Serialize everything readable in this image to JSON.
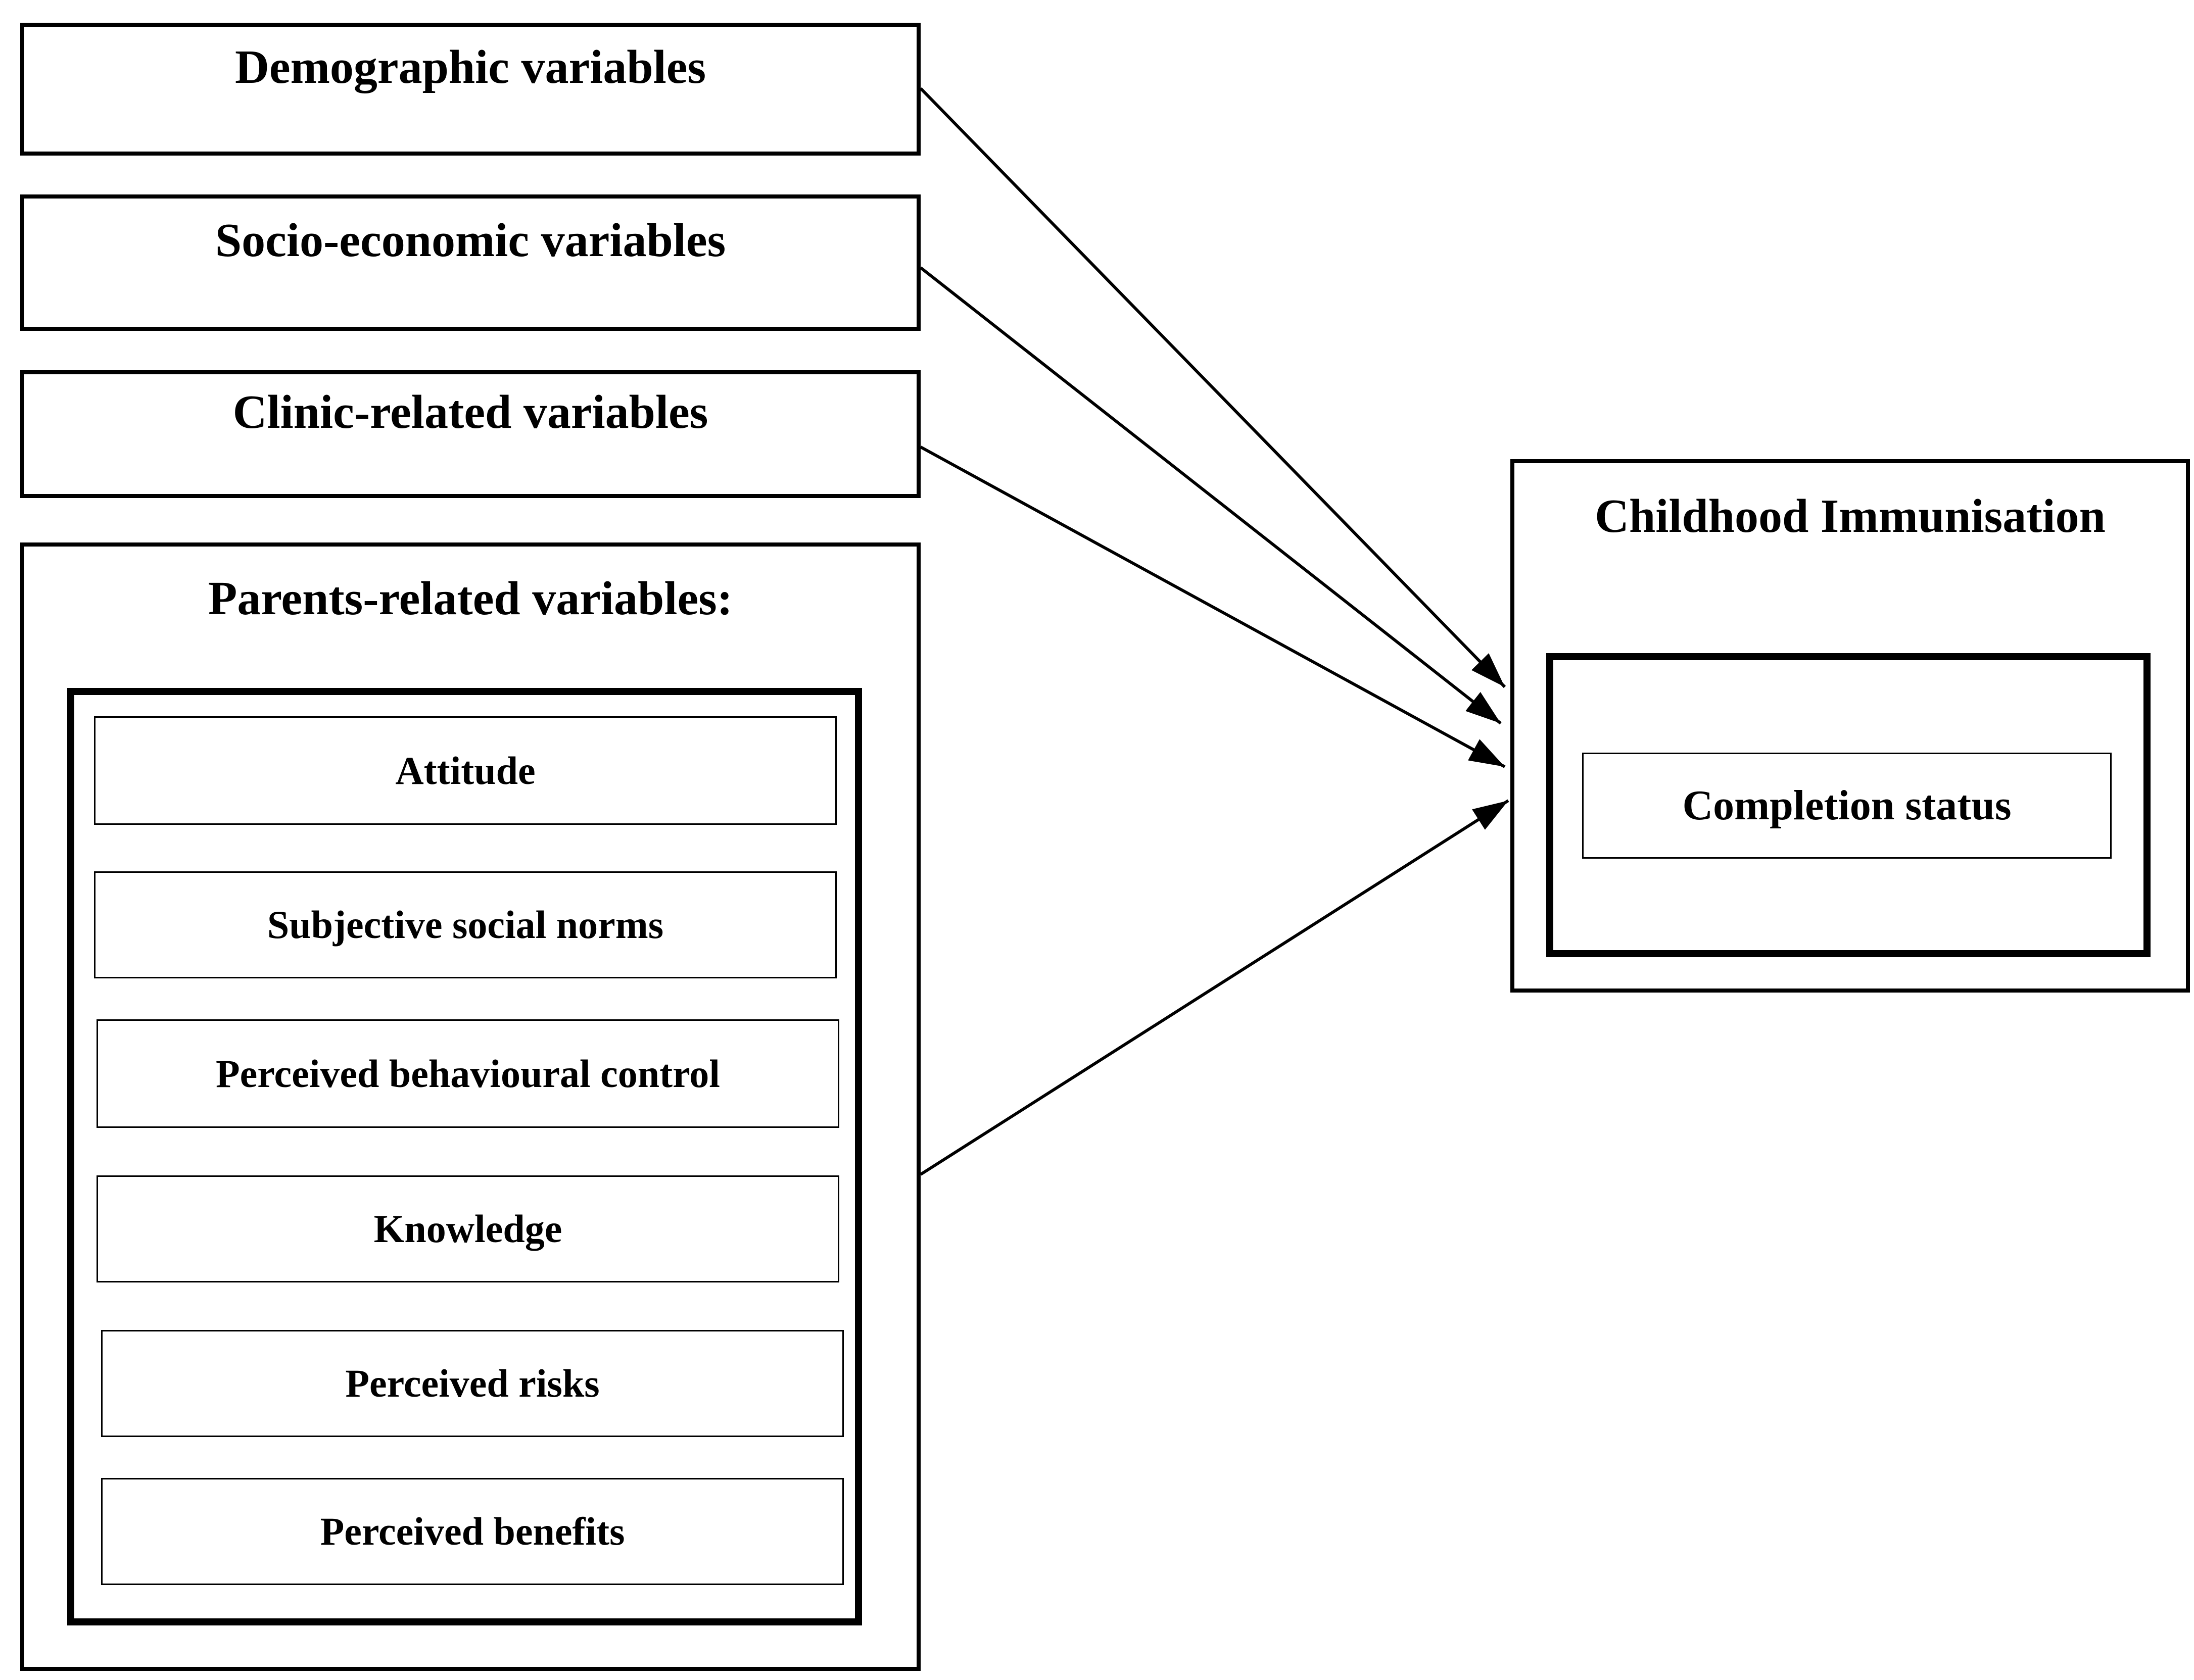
{
  "factors": {
    "demographic": "Demographic variables",
    "socioeconomic": "Socio-economic variables",
    "clinic": "Clinic-related variables"
  },
  "parents": {
    "title": "Parents-related variables:",
    "items": [
      "Attitude",
      "Subjective social norms",
      "Perceived behavioural control",
      "Knowledge",
      "Perceived risks",
      "Perceived benefits"
    ]
  },
  "outcome": {
    "title": "Childhood Immunisation",
    "item": "Completion status"
  }
}
